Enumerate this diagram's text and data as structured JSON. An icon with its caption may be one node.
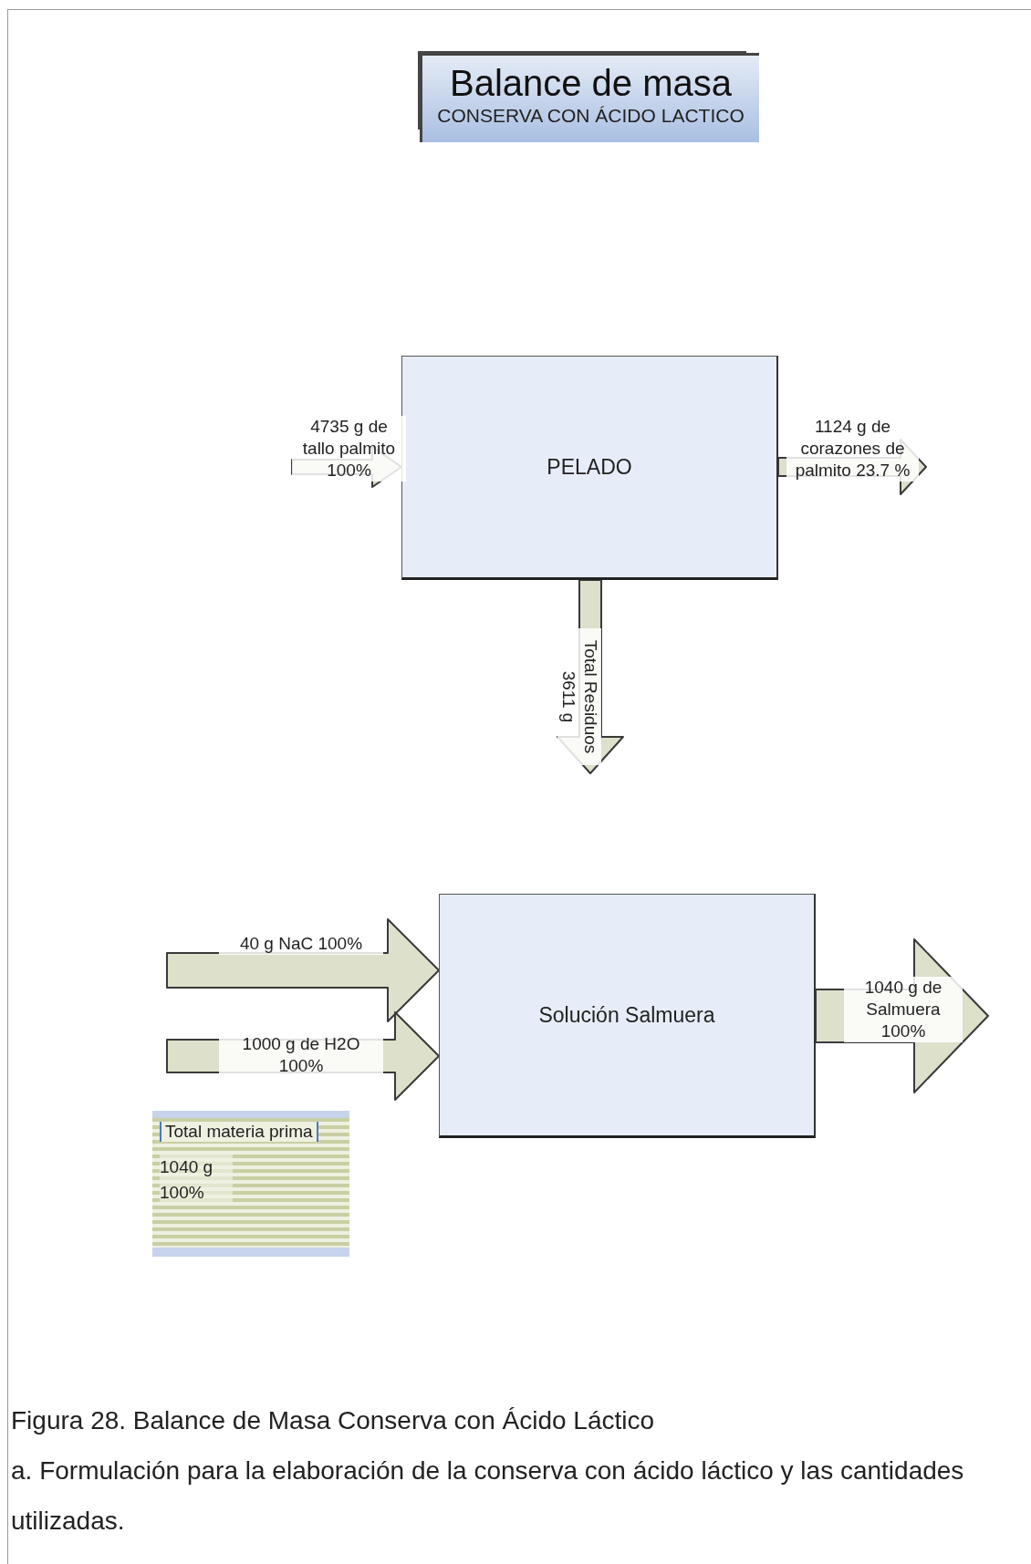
{
  "diagram": {
    "title": "Balance de masa",
    "caption": "Figura 28. Balance de Masa Conserva con Ácido Láctico",
    "nodes": [
      {
        "text": [
          "PELADO"
        ]
      },
      {
        "text": [
          "Solución Salmuera"
        ]
      },
      {
        "text": [
          "Total materia prima",
          "1040 g 100%"
        ]
      }
    ],
    "edges": [
      {
        "from": null,
        "to": 0,
        "arrow": "to",
        "label": "4735 g de tallo palmito 100%"
      },
      {
        "from": 0,
        "to": null,
        "arrow": "to",
        "label": "1124 g de corazones de palmito 23.7 %"
      },
      {
        "from": 0,
        "to": null,
        "arrow": "to",
        "label": "Total Residuos 3611 g"
      },
      {
        "from": null,
        "to": 1,
        "arrow": "to",
        "label": "40 g NaC 100%"
      },
      {
        "from": null,
        "to": 1,
        "arrow": "to",
        "label": "1000 g de H2O 100%"
      },
      {
        "from": 1,
        "to": null,
        "arrow": "to",
        "label": "1040 g de Salmuera 100%"
      }
    ],
    "labels": [
      "CONSERVA CON ÁCIDO LACTICO",
      "a.  Formulación para la elaboración de la conserva con ácido láctico y las cantidades utilizadas."
    ]
  }
}
